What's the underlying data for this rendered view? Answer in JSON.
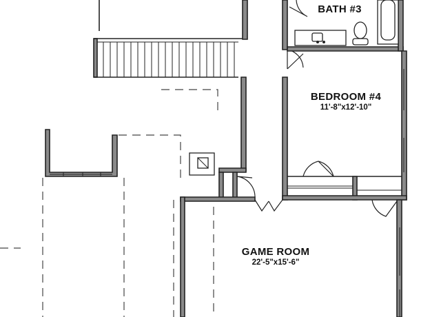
{
  "rooms": {
    "bath3": {
      "name": "BATH #3",
      "dims": ""
    },
    "bedroom4": {
      "name": "BEDROOM #4",
      "dims": "11'-8\"x12'-10\""
    },
    "game_room": {
      "name": "GAME ROOM",
      "dims": "22'-5\"x15'-6\""
    }
  },
  "colors": {
    "wall_fill": "#8a8a8a",
    "line": "#222222",
    "background": "#ffffff"
  }
}
